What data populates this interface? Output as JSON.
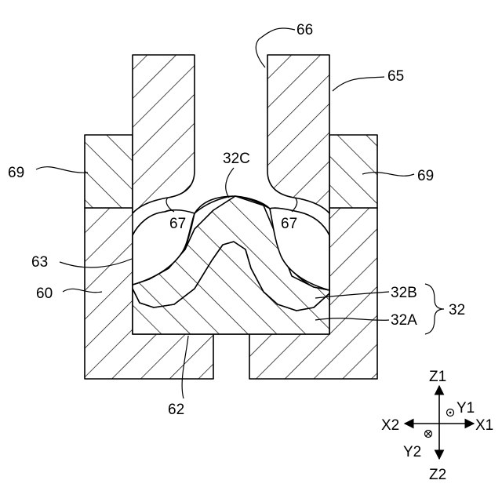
{
  "labels": {
    "slot_66": "66",
    "punch_65": "65",
    "holder_69_left": "69",
    "holder_69_right": "69",
    "tip_32c": "32C",
    "corner_67_left": "67",
    "corner_67_right": "67",
    "cavity_63": "63",
    "die_60": "60",
    "layer_32b": "32B",
    "layer_32a": "32A",
    "member_32": "32",
    "groove_62": "62"
  },
  "axes": {
    "z1": "Z1",
    "z2": "Z2",
    "x1": "X1",
    "x2": "X2",
    "y1": "Y1",
    "y2": "Y2"
  }
}
